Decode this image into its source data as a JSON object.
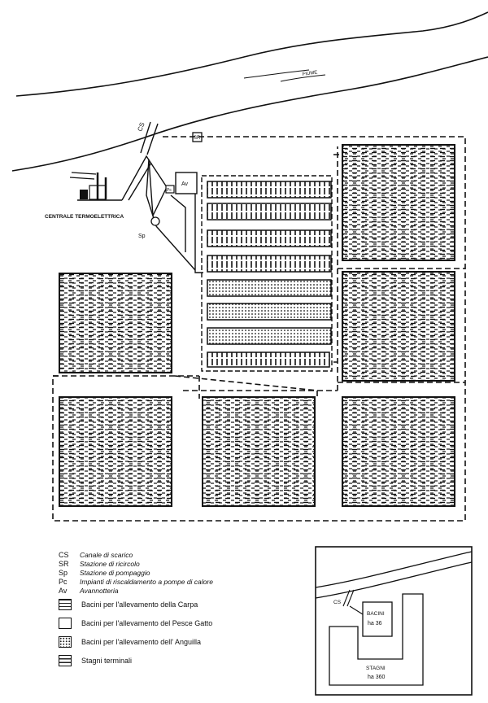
{
  "map": {
    "river_label": "FIUME",
    "cs_label": "CS",
    "sr_label": "SR",
    "av_label": "Av",
    "pc_label": "Pc",
    "sp_label": "Sp",
    "centrale_label": "CENTRALE TERMOELETTRICA"
  },
  "legend": {
    "codes": [
      {
        "code": "CS",
        "text": "Canale di scarico"
      },
      {
        "code": "SR",
        "text": "Stazione di ricircolo"
      },
      {
        "code": "Sp",
        "text": "Stazione di pompaggio"
      },
      {
        "code": "Pc",
        "text": "Impianti di riscaldamento a pompe di calore"
      },
      {
        "code": "Av",
        "text": "Avannotteria"
      }
    ],
    "symbols": [
      {
        "name": "carpa",
        "text": "Bacini per l'allevamento della Carpa"
      },
      {
        "name": "gatto",
        "text": "Bacini per l'allevamento del Pesce Gatto"
      },
      {
        "name": "anguilla",
        "text": "Bacini per l'allevamento dell' Anguilla"
      },
      {
        "name": "terminali",
        "text": "Stagni terminali"
      }
    ]
  },
  "inset": {
    "cs_label": "CS",
    "bacini_label": "BACINI",
    "bacini_area": "ha 36",
    "stagni_label": "STAGNI",
    "stagni_area": "ha 360"
  }
}
